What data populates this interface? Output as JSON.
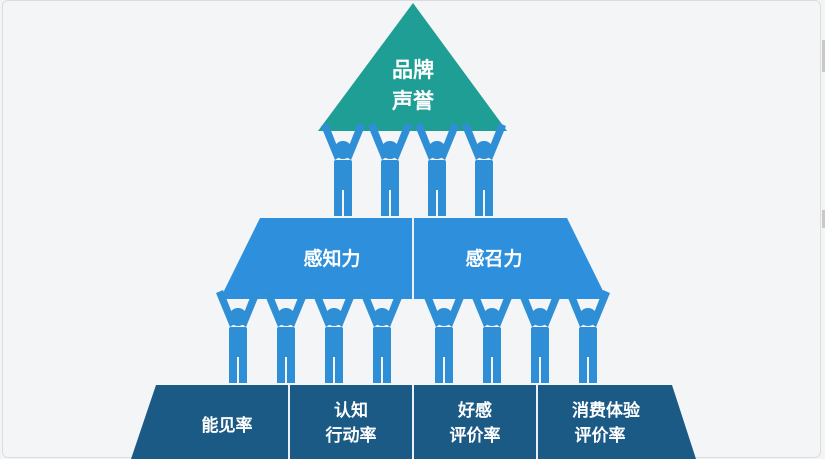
{
  "pyramid": {
    "top": {
      "lines": [
        "品牌",
        "声誉"
      ]
    },
    "middle": [
      {
        "lines": [
          "感知力"
        ]
      },
      {
        "lines": [
          "感召力"
        ]
      }
    ],
    "bottom": [
      {
        "lines": [
          "能见率"
        ]
      },
      {
        "lines": [
          "认知",
          "行动率"
        ]
      },
      {
        "lines": [
          "好感",
          "评价率"
        ]
      },
      {
        "lines": [
          "消费体验",
          "评价率"
        ]
      }
    ]
  },
  "colors": {
    "top": "#1f9e95",
    "middle": "#2e90dc",
    "bottom": "#1c5a86",
    "figure": "#2f8fd6",
    "divider": "#e9f1f7"
  }
}
